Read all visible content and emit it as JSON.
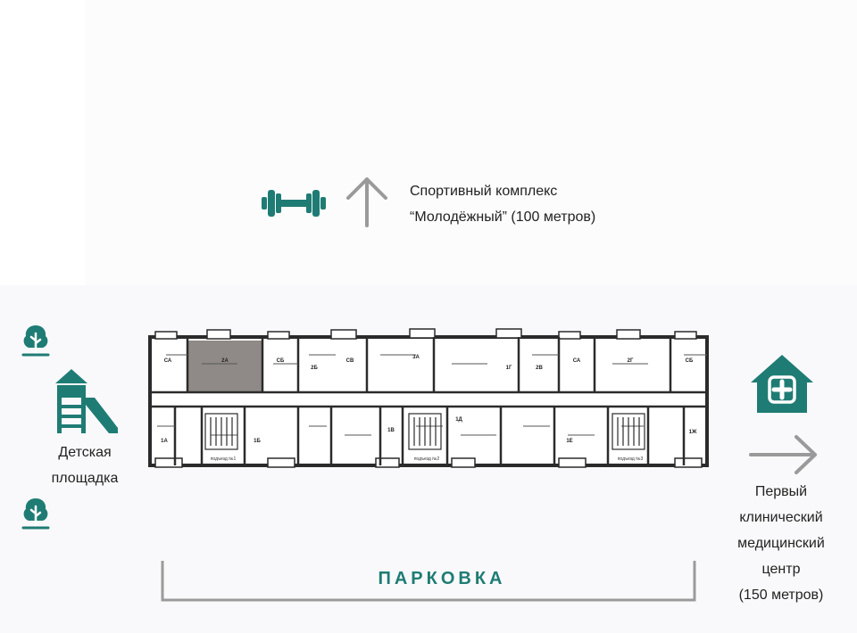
{
  "colors": {
    "teal": "#1f7c74",
    "gray_arrow": "#9a9a9a",
    "wall": "#2b2b2b",
    "highlight": "#8f8a87"
  },
  "icons": {
    "dumbbell": "dumbbell-icon",
    "arrow_up": "arrow-up-icon",
    "tree": "tree-icon",
    "playground": "playground-icon",
    "medical": "medical-house-icon",
    "arrow_right": "arrow-right-icon"
  },
  "sport": {
    "line1": "Спортивный комплекс",
    "line2": "“Молодёжный” (100 метров)"
  },
  "kids": {
    "line1": "Детская",
    "line2": "площадка"
  },
  "medical": {
    "line1": "Первый",
    "line2": "клинический",
    "line3": "медицинский",
    "line4": "центр",
    "line5": "(150 метров)"
  },
  "parking": {
    "label": "ПАРКОВКА"
  },
  "plan": {
    "apartments": [
      "СА",
      "2А",
      "СБ",
      "2Б",
      "СВ",
      "3А",
      "1Г",
      "2В",
      "СА",
      "2Г",
      "СБ",
      "1А",
      "1Б",
      "1В",
      "1Д",
      "1Е",
      "1Ж"
    ],
    "entrances": [
      "подъезд №1",
      "подъезд №2",
      "подъезд №3"
    ]
  }
}
